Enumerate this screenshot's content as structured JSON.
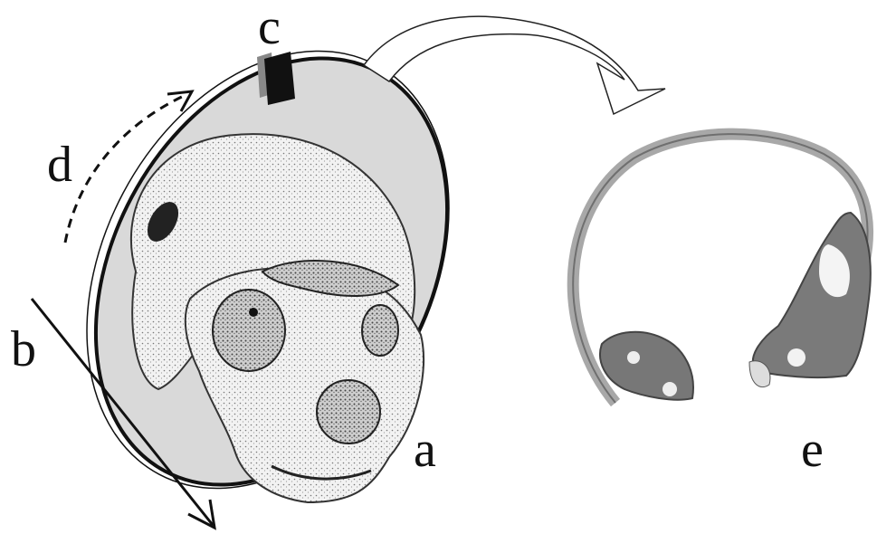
{
  "labels": {
    "a": "a",
    "b": "b",
    "c": "c",
    "d": "d",
    "e": "e"
  },
  "icons": {
    "skull": "skull-drawing-icon",
    "scan_plane": "scan-plane-icon",
    "cross_section": "skull-cross-section-icon",
    "transform_arrow": "curved-arrow-icon"
  },
  "colors": {
    "plane_fill": "#d9d9d9",
    "ink": "#111111",
    "section_fill": "#a8a8a8"
  }
}
